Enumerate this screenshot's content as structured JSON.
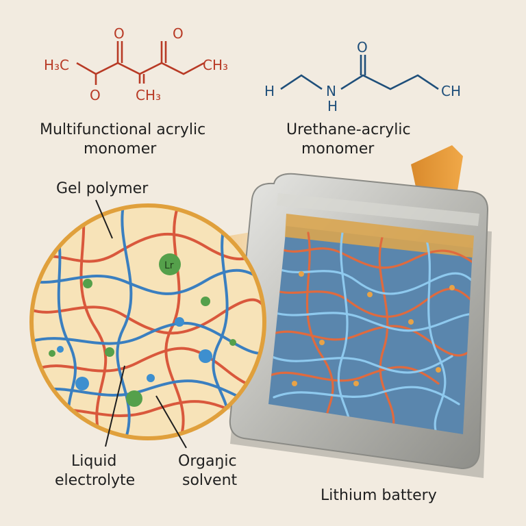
{
  "colors": {
    "background": "#f2ebe0",
    "red_monomer": "#b83a25",
    "blue_monomer": "#1f4f7a",
    "polymer_red": "#d9583c",
    "polymer_blue": "#3a7fc0",
    "zoom_fill": "#f7e3b8",
    "zoom_ring": "#e0a03c",
    "ion_green": "#55a04b",
    "ion_blue": "#3d8fcf"
  },
  "monomer_left": {
    "atoms": {
      "o_top_left": "O",
      "o_top_right": "O",
      "o_bottom": "O",
      "ch3_left": "H₃C",
      "ch3_right": "CH₃",
      "ch3_bottom": "CH₃"
    },
    "caption_line1": "Multifunctional acrylic",
    "caption_line2": "monomer"
  },
  "monomer_right": {
    "atoms": {
      "h_left": "H",
      "n": "N",
      "h_under_n": "H",
      "o": "O",
      "ch": "CH"
    },
    "caption_line1": "Urethane-acrylic",
    "caption_line2": "monomer"
  },
  "callouts": {
    "gel_polymer": "Gel polymer",
    "liquid_electrolyte_line1": "Liquid",
    "liquid_electrolyte_line2": "electrolyte",
    "organic_solvent_line1": "Orgaŋic",
    "organic_solvent_line2": "solvent",
    "lithium_battery": "Lithium battery",
    "ion_label": "Lr"
  },
  "icons": {
    "zoom_lens": "magnifier-circle",
    "battery": "pouch-cell-battery"
  }
}
